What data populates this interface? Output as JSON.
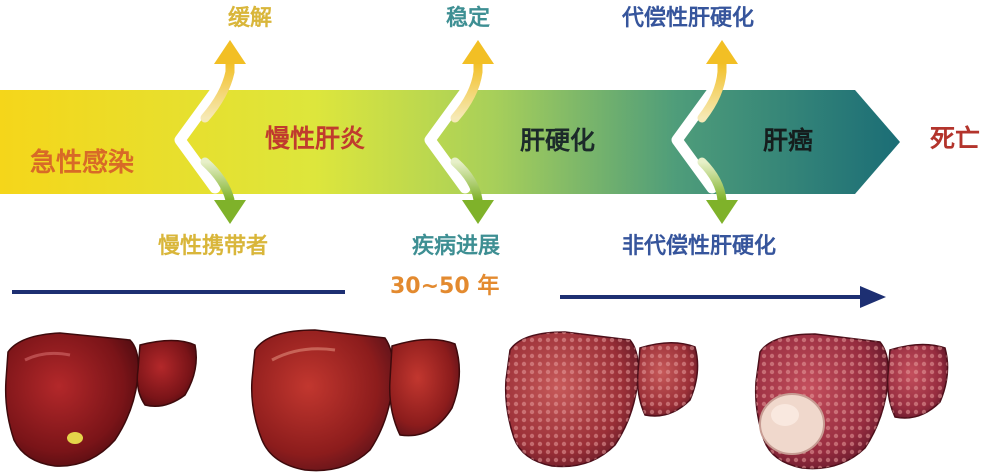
{
  "stages": {
    "acute": "急性感染",
    "chronic_hepatitis": "慢性肝炎",
    "cirrhosis": "肝硬化",
    "cancer": "肝癌",
    "death": "死亡"
  },
  "upper_outcomes": {
    "relief": "缓解",
    "stable": "稳定",
    "compensated": "代偿性肝硬化"
  },
  "lower_outcomes": {
    "carrier": "慢性携带者",
    "progression": "疾病进展",
    "decompensated": "非代偿性肝硬化"
  },
  "timeline": {
    "label": "30~50 年"
  },
  "colors": {
    "arrow_start": "#f2d21c",
    "arrow_mid": "#c6dc52",
    "arrow_end": "#1f7479",
    "up_arrow": "#f2c027",
    "down_arrow": "#85b82f",
    "timeline_line": "#1d2f72"
  },
  "livers": [
    {
      "name": "healthy-liver",
      "tone": "smooth dark red"
    },
    {
      "name": "hepatitis-liver",
      "tone": "swollen red"
    },
    {
      "name": "cirrhotic-liver",
      "tone": "nodular mottled"
    },
    {
      "name": "cancerous-liver",
      "tone": "nodular with tumor"
    }
  ]
}
